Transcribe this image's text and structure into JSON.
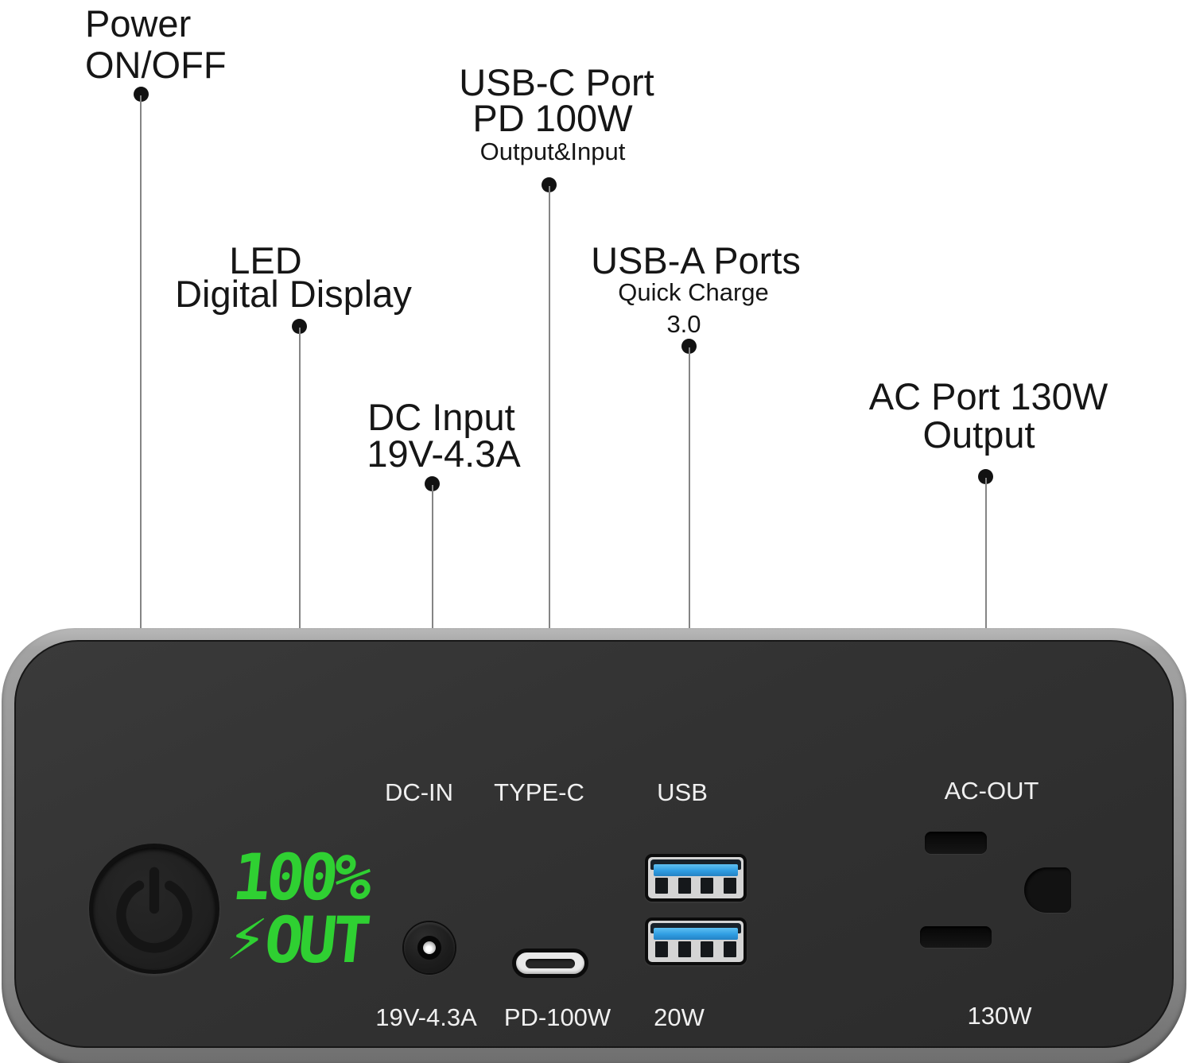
{
  "callouts": {
    "power": {
      "line1": "Power",
      "line2": "ON/OFF"
    },
    "led": {
      "line1": "LED",
      "line2": "Digital Display"
    },
    "dc": {
      "line1": "DC Input",
      "line2": "19V-4.3A"
    },
    "usbc": {
      "line1": "USB-C Port",
      "line2": "PD 100W",
      "sub": "Output&Input"
    },
    "usba": {
      "line1": "USB-A Ports",
      "sub1": "Quick Charge",
      "sub2": "3.0"
    },
    "ac": {
      "line1": "AC Port 130W",
      "line2": "Output"
    }
  },
  "device": {
    "display": {
      "percent": "100%",
      "mode": "OUT",
      "bolt_icon": "⚡",
      "led_green": "#2fd032"
    },
    "ports": {
      "dc_in": {
        "label": "DC-IN",
        "value": "19V-4.3A"
      },
      "type_c": {
        "label": "TYPE-C",
        "value": "PD-100W"
      },
      "usb": {
        "label": "USB",
        "value": "20W"
      },
      "ac_out": {
        "label": "AC-OUT",
        "value": "130W"
      }
    },
    "colors": {
      "usb_blue": "#2f9de2",
      "face_gray": "#313131",
      "frame_gray": "#949494"
    }
  }
}
